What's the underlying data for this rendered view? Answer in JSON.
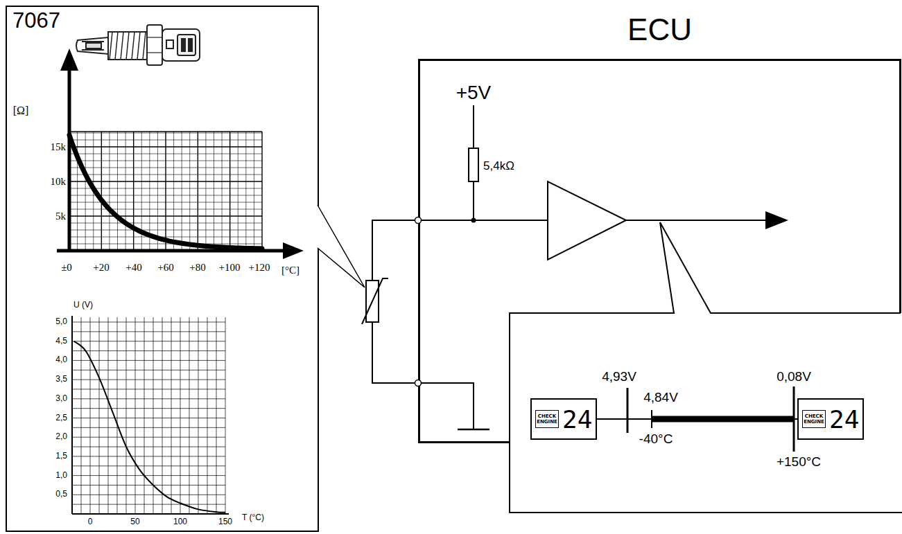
{
  "diagram": {
    "nodes": [
      {
        "text": [
          "7067"
        ]
      },
      {
        "text": [
          "ECU"
        ]
      },
      {
        "text": [
          "CHECK ENGINE",
          "24"
        ]
      },
      {
        "text": [
          "CHECK ENGINE",
          "24"
        ]
      }
    ],
    "labels": [
      "[Ω]",
      "15k",
      "10k",
      "5k",
      "±0",
      "+20",
      "+40",
      "+60",
      "+80",
      "+100",
      "+120",
      "[°C]",
      "U (V)",
      "5,0",
      "4,5",
      "4,0",
      "3,5",
      "3,0",
      "2,5",
      "2,0",
      "1,5",
      "1,0",
      "0,5",
      "0",
      "50",
      "100",
      "150",
      "T (°C)",
      "+5V",
      "5,4kΩ",
      "4,93V",
      "4,84V",
      "-40°C",
      "0,08V",
      "+150°C"
    ]
  }
}
